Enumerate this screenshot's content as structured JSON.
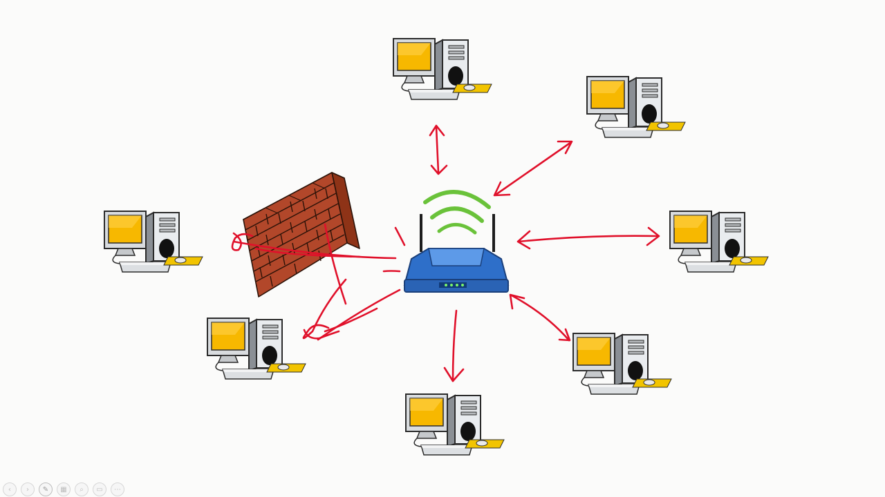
{
  "diagram": {
    "nodes": [
      {
        "id": "router",
        "kind": "wireless-router"
      },
      {
        "id": "firewall",
        "kind": "brick-wall"
      },
      {
        "id": "pc-top",
        "kind": "desktop-computer"
      },
      {
        "id": "pc-top-right",
        "kind": "desktop-computer"
      },
      {
        "id": "pc-right",
        "kind": "desktop-computer"
      },
      {
        "id": "pc-bottom-right",
        "kind": "desktop-computer"
      },
      {
        "id": "pc-bottom",
        "kind": "desktop-computer"
      },
      {
        "id": "pc-bottom-left",
        "kind": "desktop-computer"
      },
      {
        "id": "pc-left",
        "kind": "desktop-computer"
      }
    ],
    "edges": [
      {
        "from": "router",
        "to": "pc-top",
        "direction": "both"
      },
      {
        "from": "router",
        "to": "pc-top-right",
        "direction": "both"
      },
      {
        "from": "router",
        "to": "pc-right",
        "direction": "both"
      },
      {
        "from": "router",
        "to": "pc-bottom-right",
        "direction": "both"
      },
      {
        "from": "router",
        "to": "pc-bottom",
        "direction": "to"
      },
      {
        "from": "router",
        "to": "pc-bottom-left",
        "direction": "to"
      },
      {
        "from": "router",
        "to": "firewall",
        "direction": "to"
      }
    ]
  },
  "colors": {
    "annotation": "#e0102a",
    "signal": "#6ac23a",
    "monitor_screen": "#f7b800",
    "brick": "#b2472a",
    "router_body": "#2e6fc9",
    "background": "#fbfbfa"
  },
  "toolbar": {
    "icons": [
      "previous-icon",
      "next-icon",
      "pen-icon",
      "slides-icon",
      "zoom-icon",
      "subtitles-icon",
      "more-icon"
    ]
  }
}
